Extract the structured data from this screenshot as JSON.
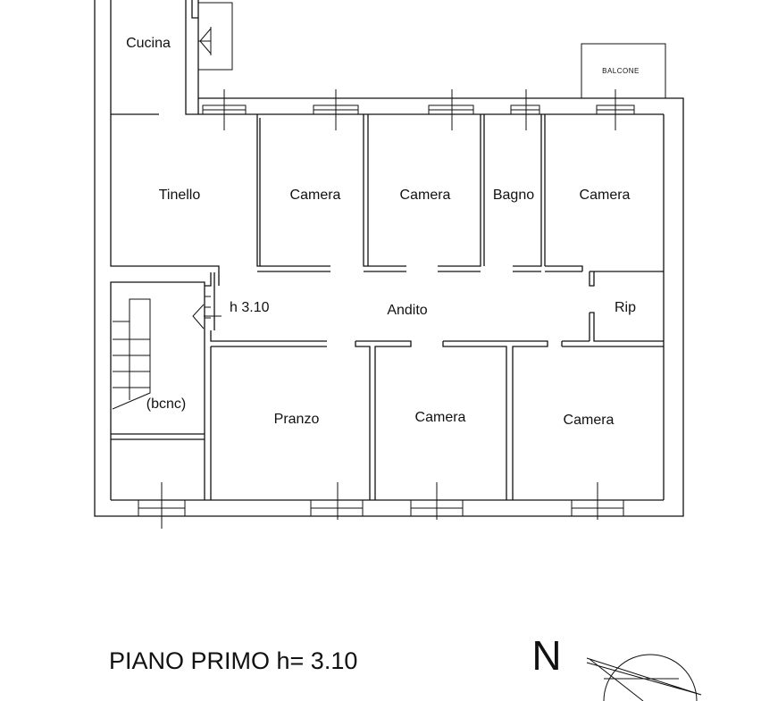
{
  "rooms": {
    "cucina": "Cucina",
    "tinello": "Tinello",
    "camera_1": "Camera",
    "camera_2": "Camera",
    "bagno": "Bagno",
    "camera_3": "Camera",
    "balcone": "BALCONE",
    "height_mark": "h 3.10",
    "andito": "Andito",
    "rip": "Rip",
    "bcnc": "(bcnc)",
    "pranzo": "Pranzo",
    "camera_4": "Camera",
    "camera_5": "Camera"
  },
  "floor_title": "PIANO PRIMO h= 3.10",
  "compass": {
    "north_label": "N"
  }
}
